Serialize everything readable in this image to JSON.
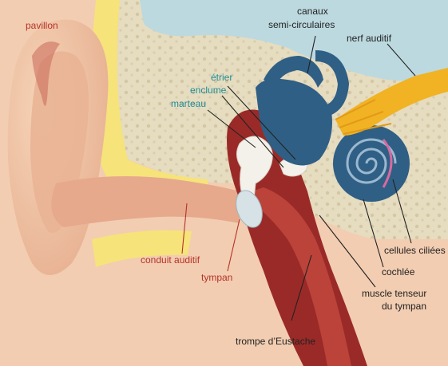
{
  "labels": {
    "pavillon": "pavillon",
    "canaux_1": "canaux",
    "canaux_2": "semi-circulaires",
    "nerf": "nerf auditif",
    "etrier": "étrier",
    "enclume": "enclume",
    "marteau": "marteau",
    "conduit": "conduit auditif",
    "tympan": "tympan",
    "cellules": "cellules ciliées",
    "cochlee": "cochlée",
    "muscle_1": "muscle tenseur",
    "muscle_2": "du tympan",
    "trompe": "trompe d’Eustache"
  },
  "colors": {
    "red_label": "#b5332a",
    "teal_label": "#1f8d96",
    "dark_label": "#222222",
    "skin": "#f0c4a4",
    "skin_dark": "#e4a88a",
    "bone": "#e6dcc0",
    "cavity": "#b9d7de",
    "yellow": "#f6e37a",
    "red_tissue": "#9a2a28",
    "blue_organ": "#2f5f85",
    "nerve": "#f1b324"
  }
}
